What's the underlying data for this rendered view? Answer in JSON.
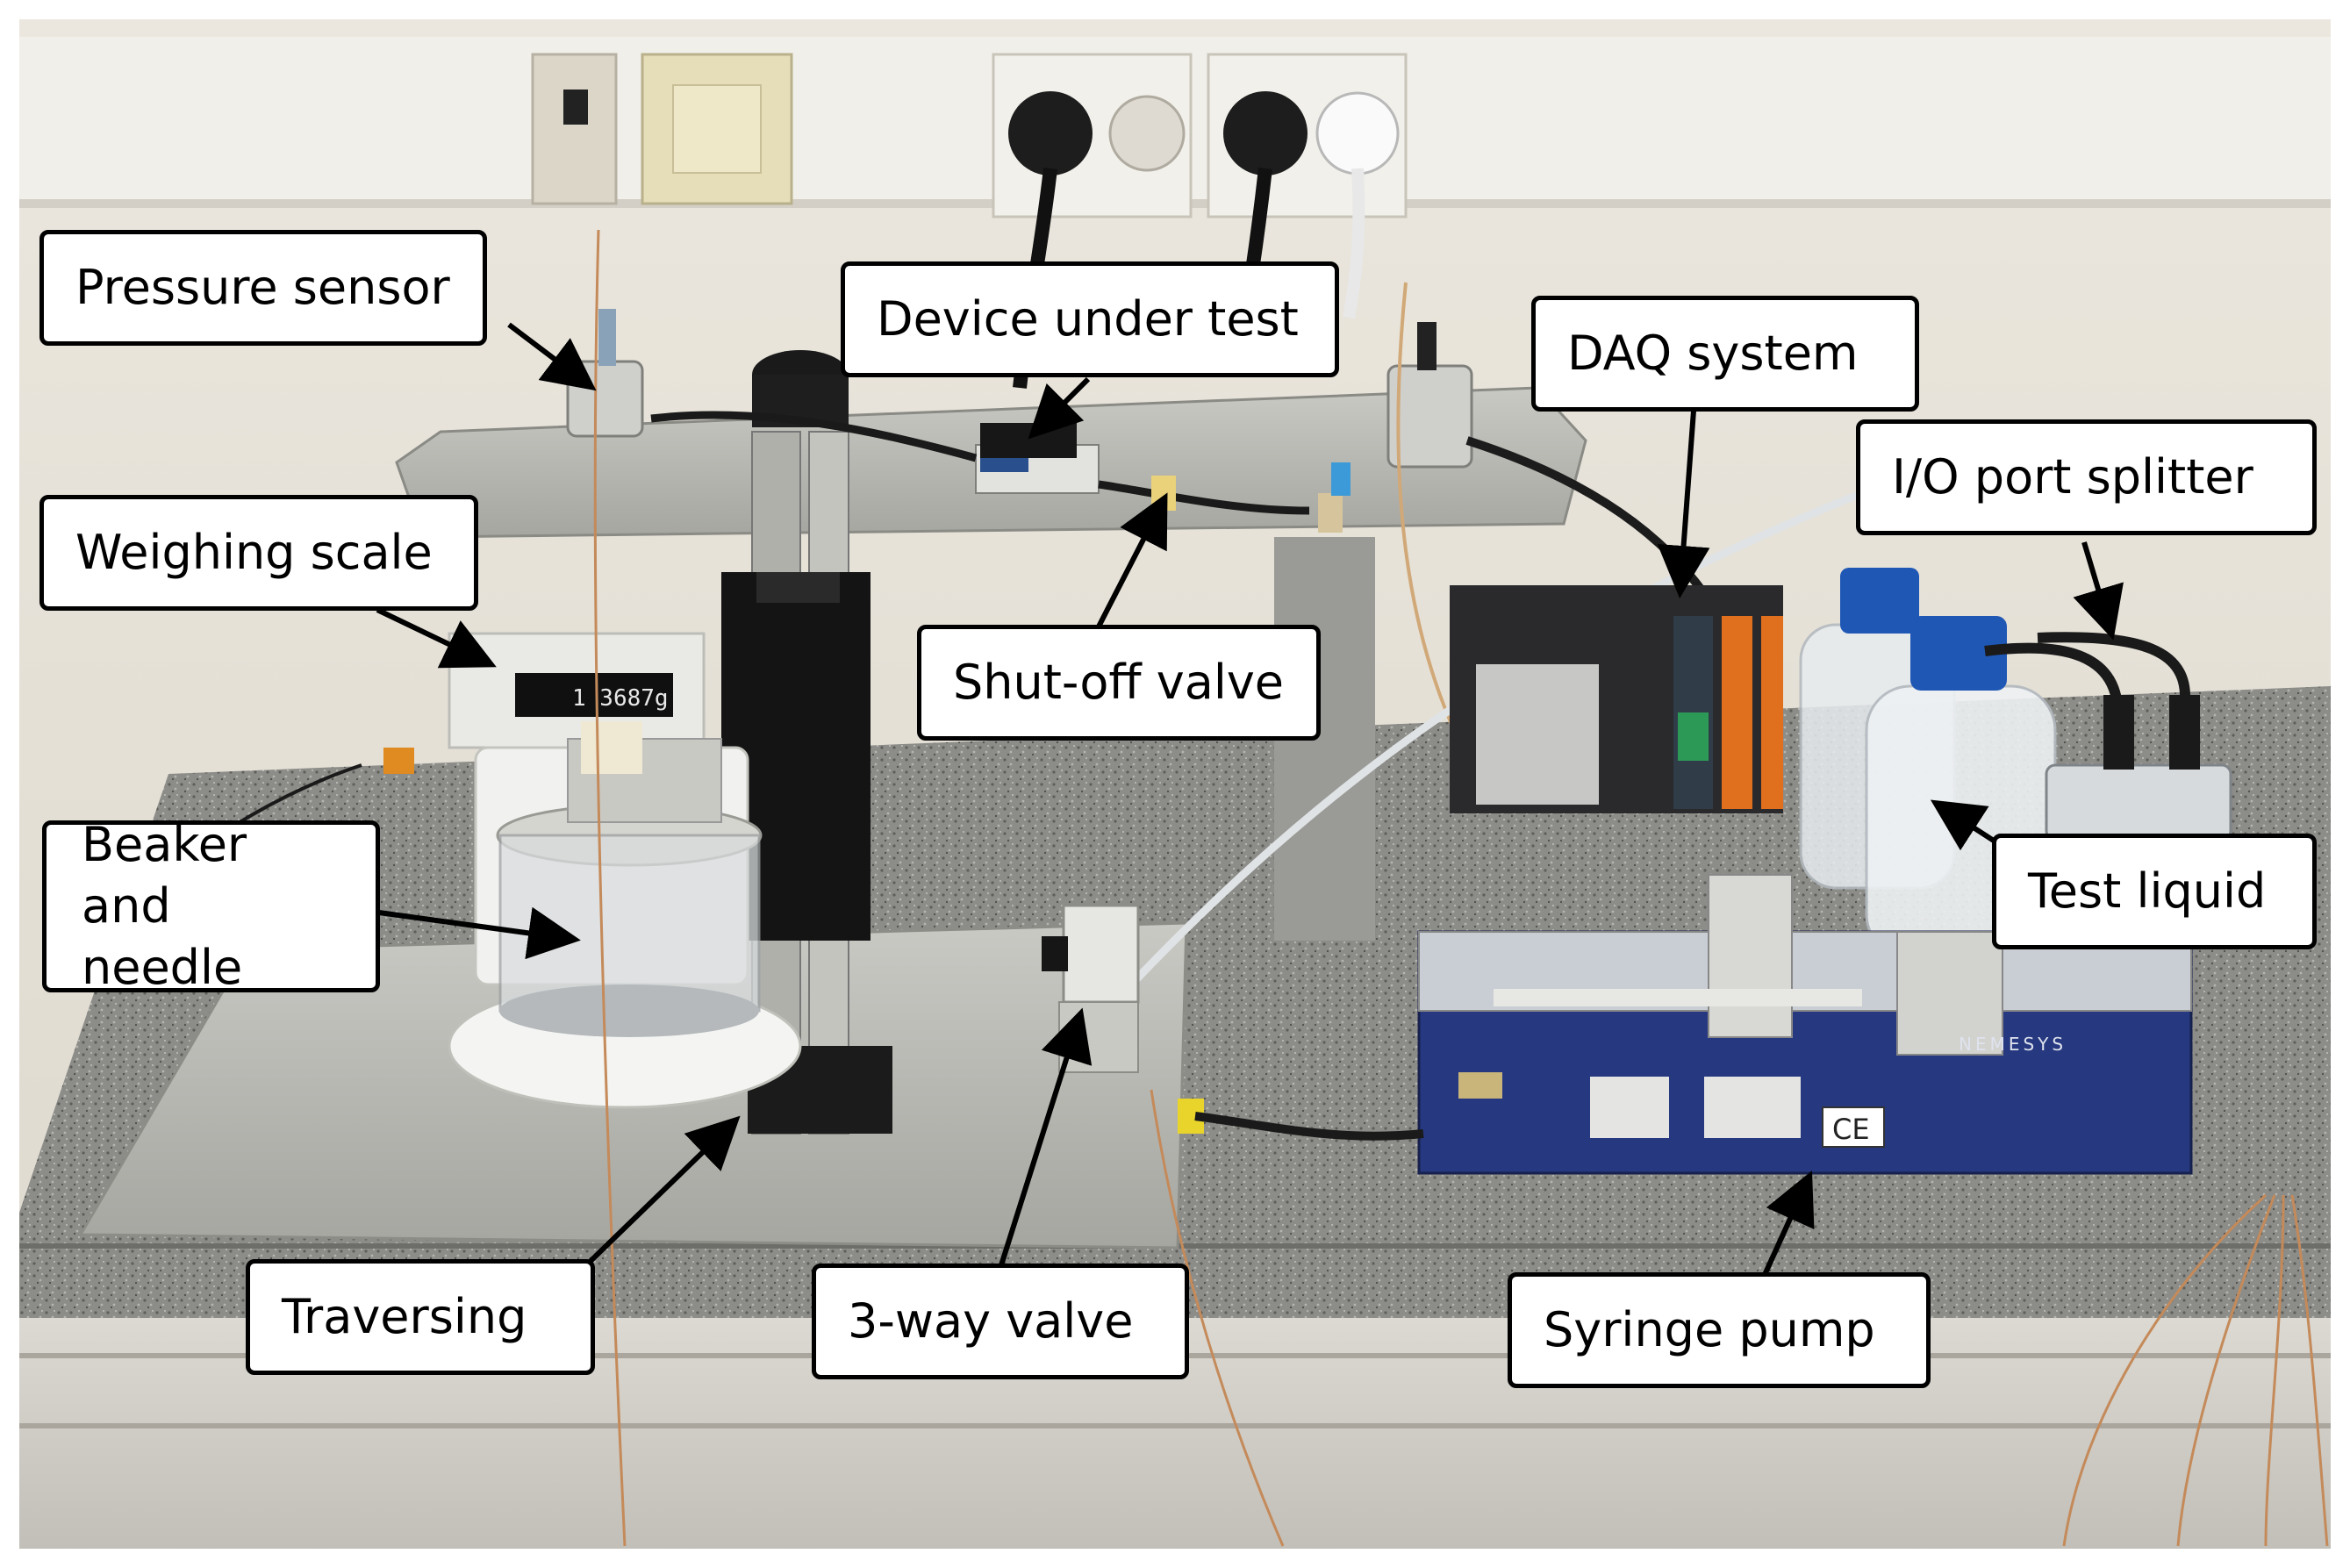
{
  "photo": {
    "scale_display": "1 3687g",
    "pump_badge": "CE",
    "pump_brand": "NEMESYS"
  },
  "labels": {
    "pressure_sensor": "Pressure sensor",
    "device_under_test": "Device under test",
    "daq_system": "DAQ system",
    "io_port_splitter": "I/O port splitter",
    "weighing_scale": "Weighing scale",
    "shut_off_valve": "Shut-off valve",
    "beaker_needle_line1": "Beaker and",
    "beaker_needle_line2": "needle",
    "test_liquid": "Test liquid",
    "traversing": "Traversing",
    "three_way_valve": "3-way valve",
    "syringe_pump": "Syringe pump"
  },
  "colors": {
    "wall": "#e7e3da",
    "granite": "#8a8a86",
    "aluminum": "#b9b9b4",
    "frame": "#d0d0ca",
    "pump_blue": "#2b3a8c",
    "label_border": "#000000"
  }
}
